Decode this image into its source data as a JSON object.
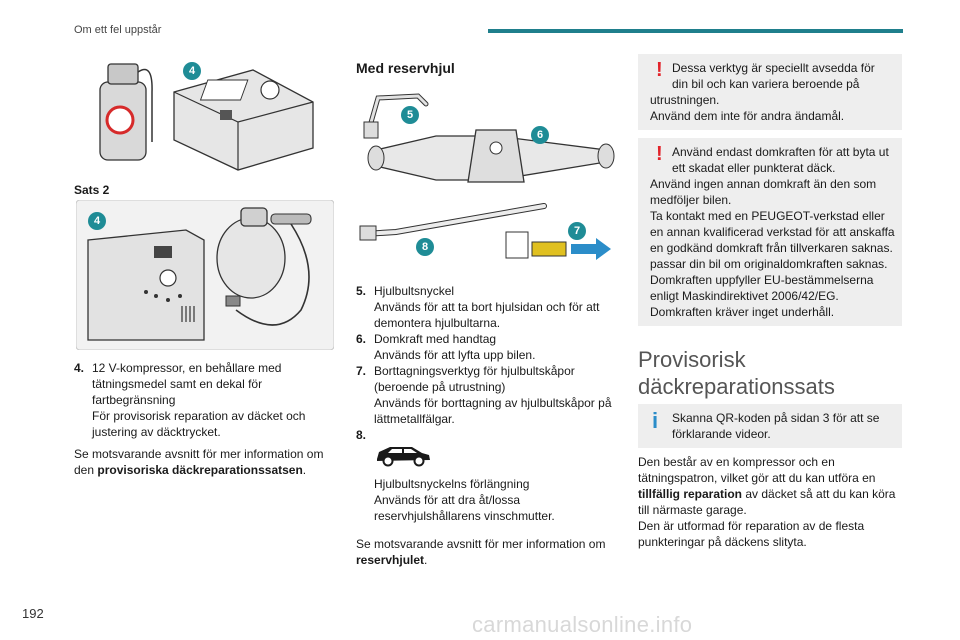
{
  "header": {
    "section": "Om ett fel uppstår"
  },
  "page_number": "192",
  "watermark": "carmanualsonline.info",
  "col1": {
    "badge_top": "4",
    "sats_label": "Sats 2",
    "badge_bottom": "4",
    "item4_num": "4.",
    "item4_lines": [
      "12 V-kompressor, en behållare med",
      "tätningsmedel samt en dekal för",
      "fartbegränsning",
      "För provisorisk reparation av däcket och",
      "justering av däcktrycket."
    ],
    "ref_line1": "Se motsvarande avsnitt för mer information om",
    "ref_pre": "den ",
    "ref_bold": "provisoriska däckreparationssatsen",
    "ref_post": "."
  },
  "col2": {
    "heading": "Med reservhjul",
    "badges": [
      "5",
      "6",
      "7",
      "8"
    ],
    "items": [
      {
        "num": "5.",
        "lines": [
          "Hjulbultsnyckel",
          "Används för att ta bort hjulsidan och för att",
          "demontera hjulbultarna."
        ]
      },
      {
        "num": "6.",
        "lines": [
          "Domkraft med handtag",
          "Används för att lyfta upp bilen."
        ]
      },
      {
        "num": "7.",
        "lines": [
          "Borttagningsverktyg för hjulbultskåpor",
          "(beroende på utrustning)",
          "Används för borttagning av hjulbultskåpor på",
          "lättmetallfälgar."
        ]
      },
      {
        "num": "8.",
        "lines": []
      }
    ],
    "item8_lines": [
      "Hjulbultsnyckelns förlängning",
      "Används för att dra åt/lossa",
      "reservhjulshållarens vinschmutter."
    ],
    "ref_line1": "Se motsvarande avsnitt för mer information om",
    "ref_bold": "reservhjulet",
    "ref_post": "."
  },
  "col3": {
    "warn_symbol": "!",
    "info_symbol": "i",
    "warn1_lines": [
      "Dessa verktyg är speciellt avsedda för",
      "din bil och kan variera beroende på",
      "utrustningen.",
      "Använd dem inte för andra ändamål."
    ],
    "warn2_lines": [
      "Använd endast domkraften för att byta ut",
      "ett skadat eller punkterat däck.",
      "Använd ingen annan domkraft än den som",
      "medföljer bilen.",
      "Ta kontakt med en PEUGEOT-verkstad eller",
      "en annan kvalificerad verkstad för att anskaffa",
      "en godkänd domkraft från tillverkaren saknas.",
      "passar din bil om originaldomkraften saknas.",
      "Domkraften uppfyller EU-bestämmelserna",
      "enligt Maskindirektivet 2006/42/EG.",
      "Domkraften kräver inget underhåll."
    ],
    "section_title_lines": [
      "Provisorisk",
      "däckreparationssats"
    ],
    "info_lines": [
      "Skanna QR-koden på sidan 3 för att se",
      "förklarande videor."
    ],
    "body_l1": "Den består av en kompressor och en",
    "body_l2": "tätningspatron, vilket gör att du kan utföra en",
    "body_l3_bold": "tillfällig reparation",
    "body_l3_rest": " av däcket så att du kan köra",
    "body_l4": "till närmaste garage.",
    "body_l5": "Den är utformad för reparation av de flesta",
    "body_l6": "punkteringar på däckens slityta."
  }
}
